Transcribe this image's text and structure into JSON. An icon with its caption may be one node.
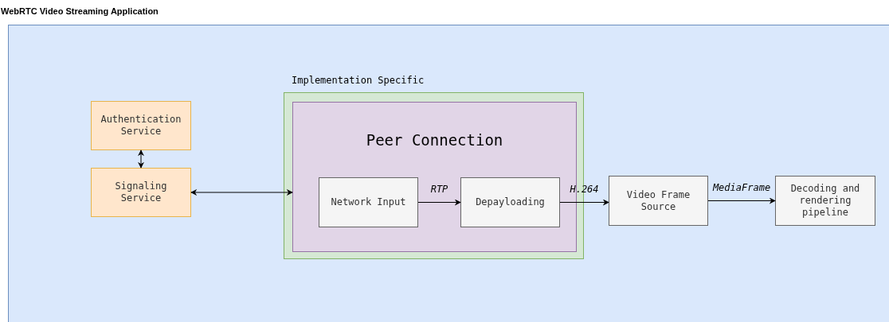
{
  "diagram": {
    "nodes": [
      {
        "text": [
          "WebRTC Video Streaming Application"
        ]
      },
      {
        "text": [
          "Authentication Service"
        ],
        "in": 0
      },
      {
        "text": [
          "Signaling Service"
        ],
        "in": 0
      },
      {
        "text": [
          "Implementation Specific"
        ],
        "in": 0
      },
      {
        "text": [
          "Peer Connection"
        ],
        "in": 3
      },
      {
        "text": [
          "Network Input"
        ],
        "in": 4
      },
      {
        "text": [
          "Depayloading"
        ],
        "in": 4
      },
      {
        "text": [
          "Video Frame Source"
        ],
        "in": 0
      },
      {
        "text": [
          "Decoding and rendering pipeline"
        ],
        "in": 0
      }
    ],
    "edges": [
      {
        "from": 1,
        "to": 2,
        "arrow": "both"
      },
      {
        "from": 2,
        "to": 4,
        "arrow": "both"
      },
      {
        "from": 5,
        "to": 6,
        "arrow": "to",
        "label": "RTP"
      },
      {
        "from": 6,
        "to": 7,
        "arrow": "to",
        "label": "H.264"
      },
      {
        "from": 7,
        "to": 8,
        "arrow": "to",
        "label": "MediaFrame"
      }
    ]
  }
}
